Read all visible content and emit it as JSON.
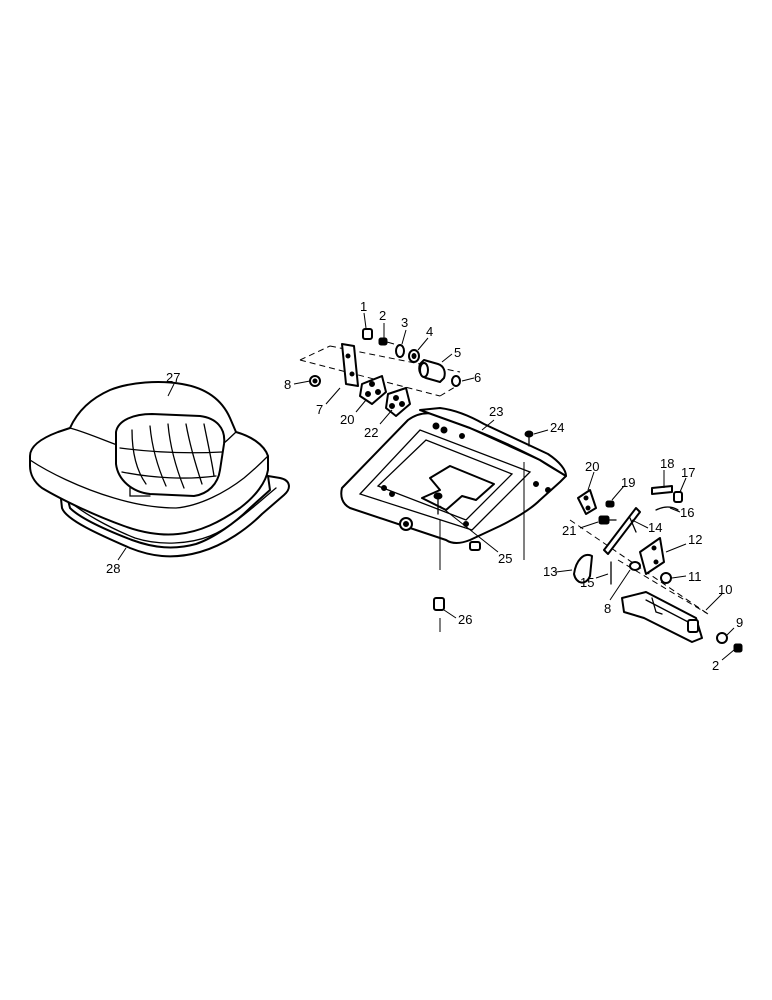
{
  "callouts": {
    "c1": "1",
    "c2": "2",
    "c3": "3",
    "c4": "4",
    "c5": "5",
    "c6": "6",
    "c7": "7",
    "c8a": "8",
    "c8b": "8",
    "c9": "9",
    "c10": "10",
    "c11": "11",
    "c12": "12",
    "c13": "13",
    "c14": "14",
    "c15": "15",
    "c16": "16",
    "c17": "17",
    "c18": "18",
    "c19": "19",
    "c20a": "20",
    "c20b": "20",
    "c21": "21",
    "c22": "22",
    "c23": "23",
    "c24": "24",
    "c25": "25",
    "c26": "26",
    "c27": "27",
    "c28": "28",
    "c2b": "2"
  },
  "colors": {
    "line": "#000000",
    "background": "#ffffff"
  }
}
